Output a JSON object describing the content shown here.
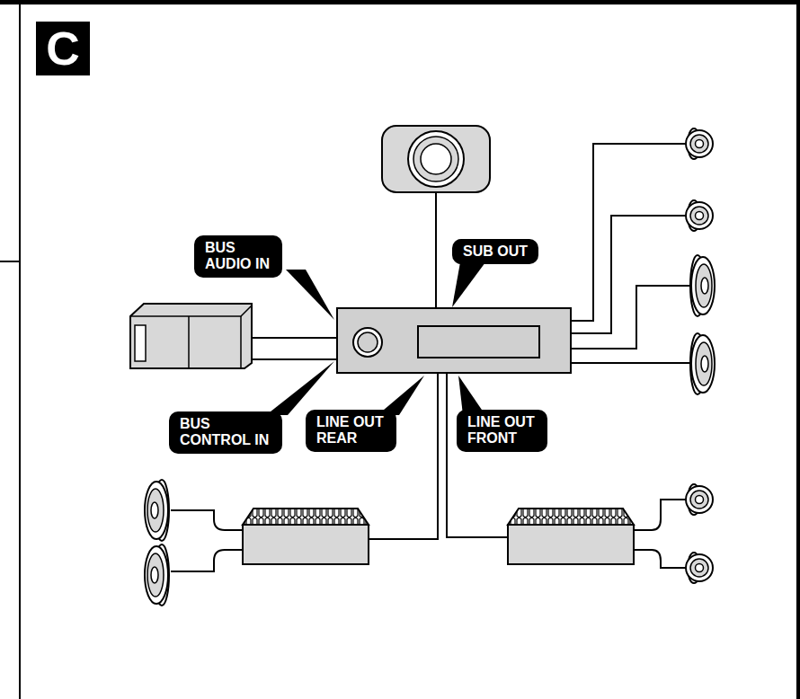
{
  "diagram": {
    "nodes": [
      {
        "text": [
          "C"
        ]
      },
      {
        "text": [
          "BUS AUDIO IN"
        ]
      },
      {
        "text": [
          "SUB OUT"
        ]
      },
      {
        "text": [
          "BUS CONTROL IN"
        ]
      },
      {
        "text": [
          "LINE OUT REAR"
        ]
      },
      {
        "text": [
          "LINE OUT FRONT"
        ]
      }
    ]
  }
}
